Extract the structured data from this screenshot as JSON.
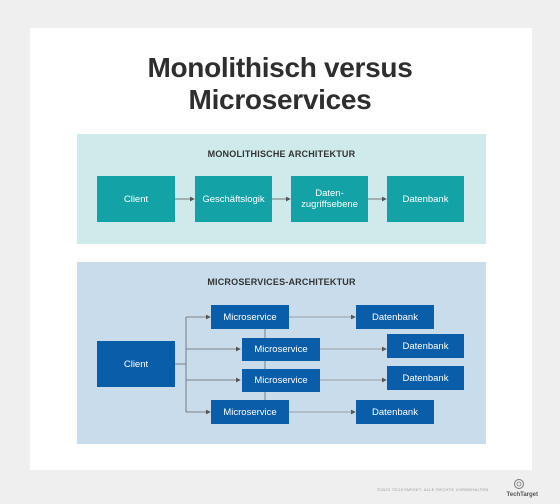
{
  "title_line1": "Monolithisch versus",
  "title_line2": "Microservices",
  "monolith": {
    "heading": "MONOLITHISCHE ARCHITEKTUR",
    "client": "Client",
    "logic": "Geschäftslogik",
    "data_access_line1": "Daten-",
    "data_access_line2": "zugriffsebene",
    "database": "Datenbank"
  },
  "micro": {
    "heading": "MICROSERVICES-ARCHITEKTUR",
    "client": "Client",
    "rows": [
      {
        "service": "Microservice",
        "database": "Datenbank"
      },
      {
        "service": "Microservice",
        "database": "Datenbank"
      },
      {
        "service": "Microservice",
        "database": "Datenbank"
      },
      {
        "service": "Microservice",
        "database": "Datenbank"
      }
    ]
  },
  "footer_note": "©2023 TECHTARGET. ALLE RECHTE VORBEHALTEN.",
  "brand": "TechTarget",
  "colors": {
    "teal": "#13a3a6",
    "blue": "#0a5da9",
    "panel_teal": "#cfeaea",
    "panel_blue": "#c8dceb"
  }
}
